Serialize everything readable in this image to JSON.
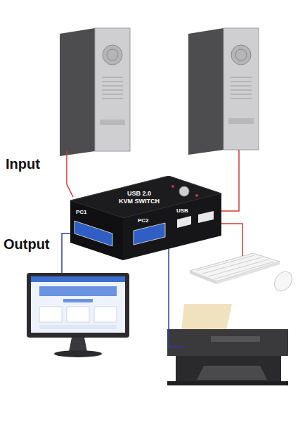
{
  "diagram": {
    "nodes": [
      {
        "text": [
          "USB 2.0",
          "KVM SWITCH"
        ]
      }
    ],
    "labels": [
      "Input",
      "Output",
      "PC1",
      "PC2",
      "USB"
    ]
  }
}
